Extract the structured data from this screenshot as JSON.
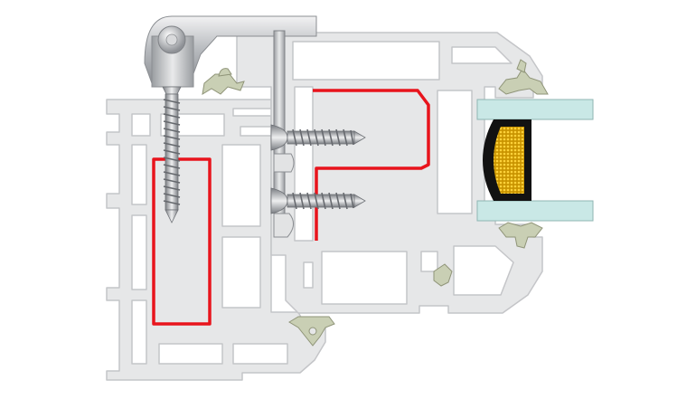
{
  "diagram": {
    "subject": "window-frame-cross-section",
    "colors": {
      "profile_fill": "#e6e7e8",
      "profile_stroke": "#c9cacc",
      "reinforcement": "#e8141c",
      "screw": "#b9bcc0",
      "hinge": "#c7c9cc",
      "gasket": "#c9cfb4",
      "glass": "#c9e8e6",
      "spacer": "#111111",
      "desiccant": "#e0b000"
    },
    "components": [
      {
        "name": "outer-frame-profile"
      },
      {
        "name": "sash-profile"
      },
      {
        "name": "frame-steel-reinforcement"
      },
      {
        "name": "sash-steel-reinforcement"
      },
      {
        "name": "hinge"
      },
      {
        "name": "hinge-screw"
      },
      {
        "name": "hardware-plate"
      },
      {
        "name": "sash-screw-upper"
      },
      {
        "name": "sash-screw-lower"
      },
      {
        "name": "glazing-gasket-outer"
      },
      {
        "name": "glazing-gasket-inner"
      },
      {
        "name": "frame-seal-gasket"
      },
      {
        "name": "sash-seal-gasket"
      },
      {
        "name": "bottom-seal-gasket"
      },
      {
        "name": "glass-pane-outer"
      },
      {
        "name": "glass-pane-inner"
      },
      {
        "name": "glazing-spacer"
      }
    ]
  }
}
